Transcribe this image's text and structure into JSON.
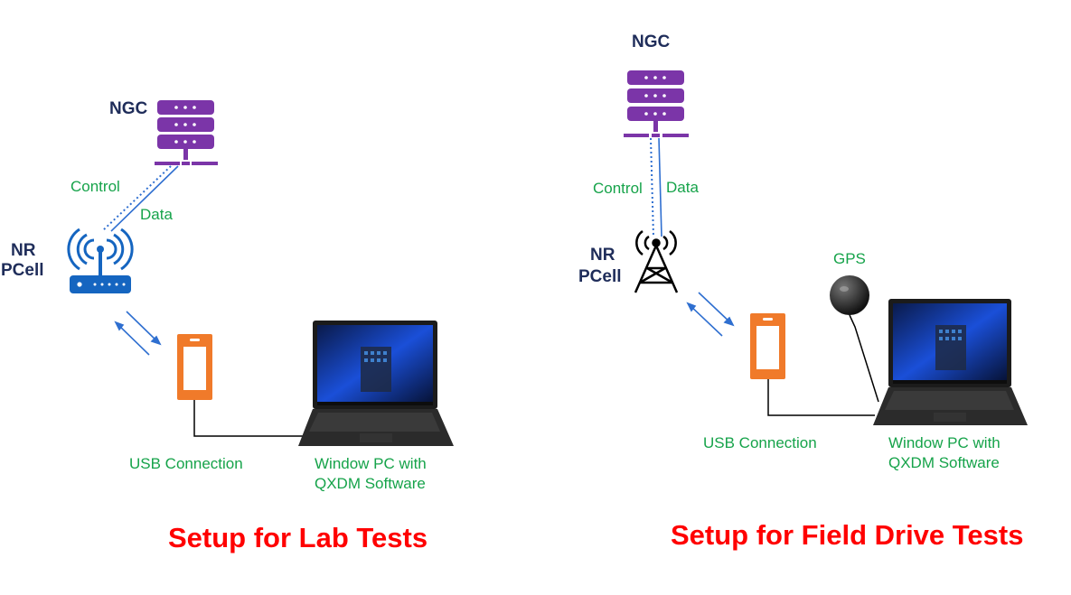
{
  "left": {
    "ngc_label": "NGC",
    "cell_label_1": "NR",
    "cell_label_2": "PCell",
    "control_label": "Control",
    "data_label": "Data",
    "usb_label": "USB Connection",
    "pc_label_1": "Window PC with",
    "pc_label_2": "QXDM Software",
    "title": "Setup for Lab Tests"
  },
  "right": {
    "ngc_label": "NGC",
    "cell_label_1": "NR",
    "cell_label_2": "PCell",
    "control_label": "Control",
    "data_label": "Data",
    "gps_label": "GPS",
    "usb_label": "USB Connection",
    "pc_label_1": "Window PC with",
    "pc_label_2": "QXDM Software",
    "title": "Setup for Field Drive Tests"
  },
  "colors": {
    "server": "#7b35a8",
    "router": "#1565c0",
    "link": "#2f6fd0",
    "phone": "#f07a2a",
    "label_dark": "#1f2d5a",
    "label_green": "#16a34a",
    "title": "#ff0000"
  },
  "icons": [
    "server-icon",
    "wifi-router-icon",
    "cell-tower-icon",
    "phone-icon",
    "laptop-icon",
    "gps-antenna-icon"
  ]
}
